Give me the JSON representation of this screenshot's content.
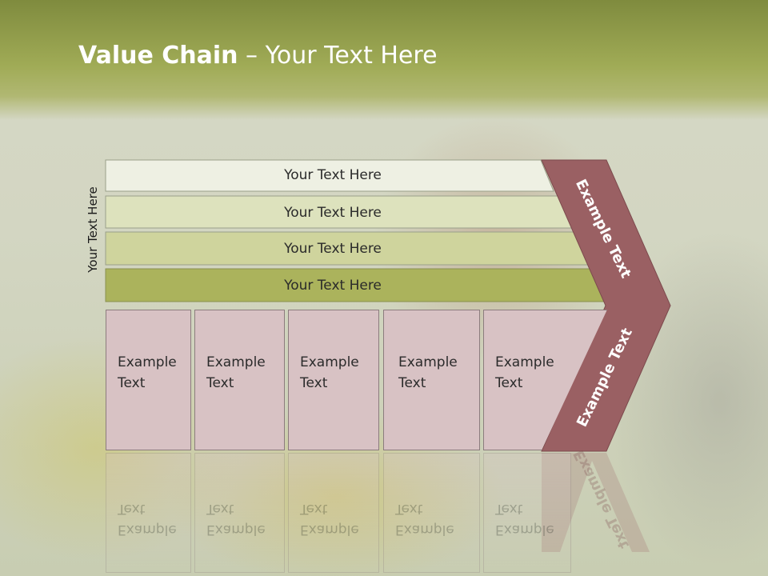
{
  "title": {
    "bold": "Value Chain",
    "rest": " – Your Text Here"
  },
  "side_label": "Your Text Here",
  "bands": [
    {
      "label": "Your Text Here",
      "color": "#eef0e3"
    },
    {
      "label": "Your Text Here",
      "color": "#dde2bd"
    },
    {
      "label": "Your Text Here",
      "color": "#cfd49d"
    },
    {
      "label": "Your Text Here",
      "color": "#abb35c"
    }
  ],
  "columns": [
    {
      "line1": "Example",
      "line2": "Text"
    },
    {
      "line1": "Example",
      "line2": "Text"
    },
    {
      "line1": "Example",
      "line2": "Text"
    },
    {
      "line1": "Example",
      "line2": "Text"
    },
    {
      "line1": "Example",
      "line2": "Text"
    }
  ],
  "chevron": {
    "upper_label": "Example Text",
    "lower_label": "Example Text",
    "color": "#9a6063"
  },
  "colors": {
    "column_fill": "#d8c2c4",
    "column_border": "#8c7c7e"
  }
}
